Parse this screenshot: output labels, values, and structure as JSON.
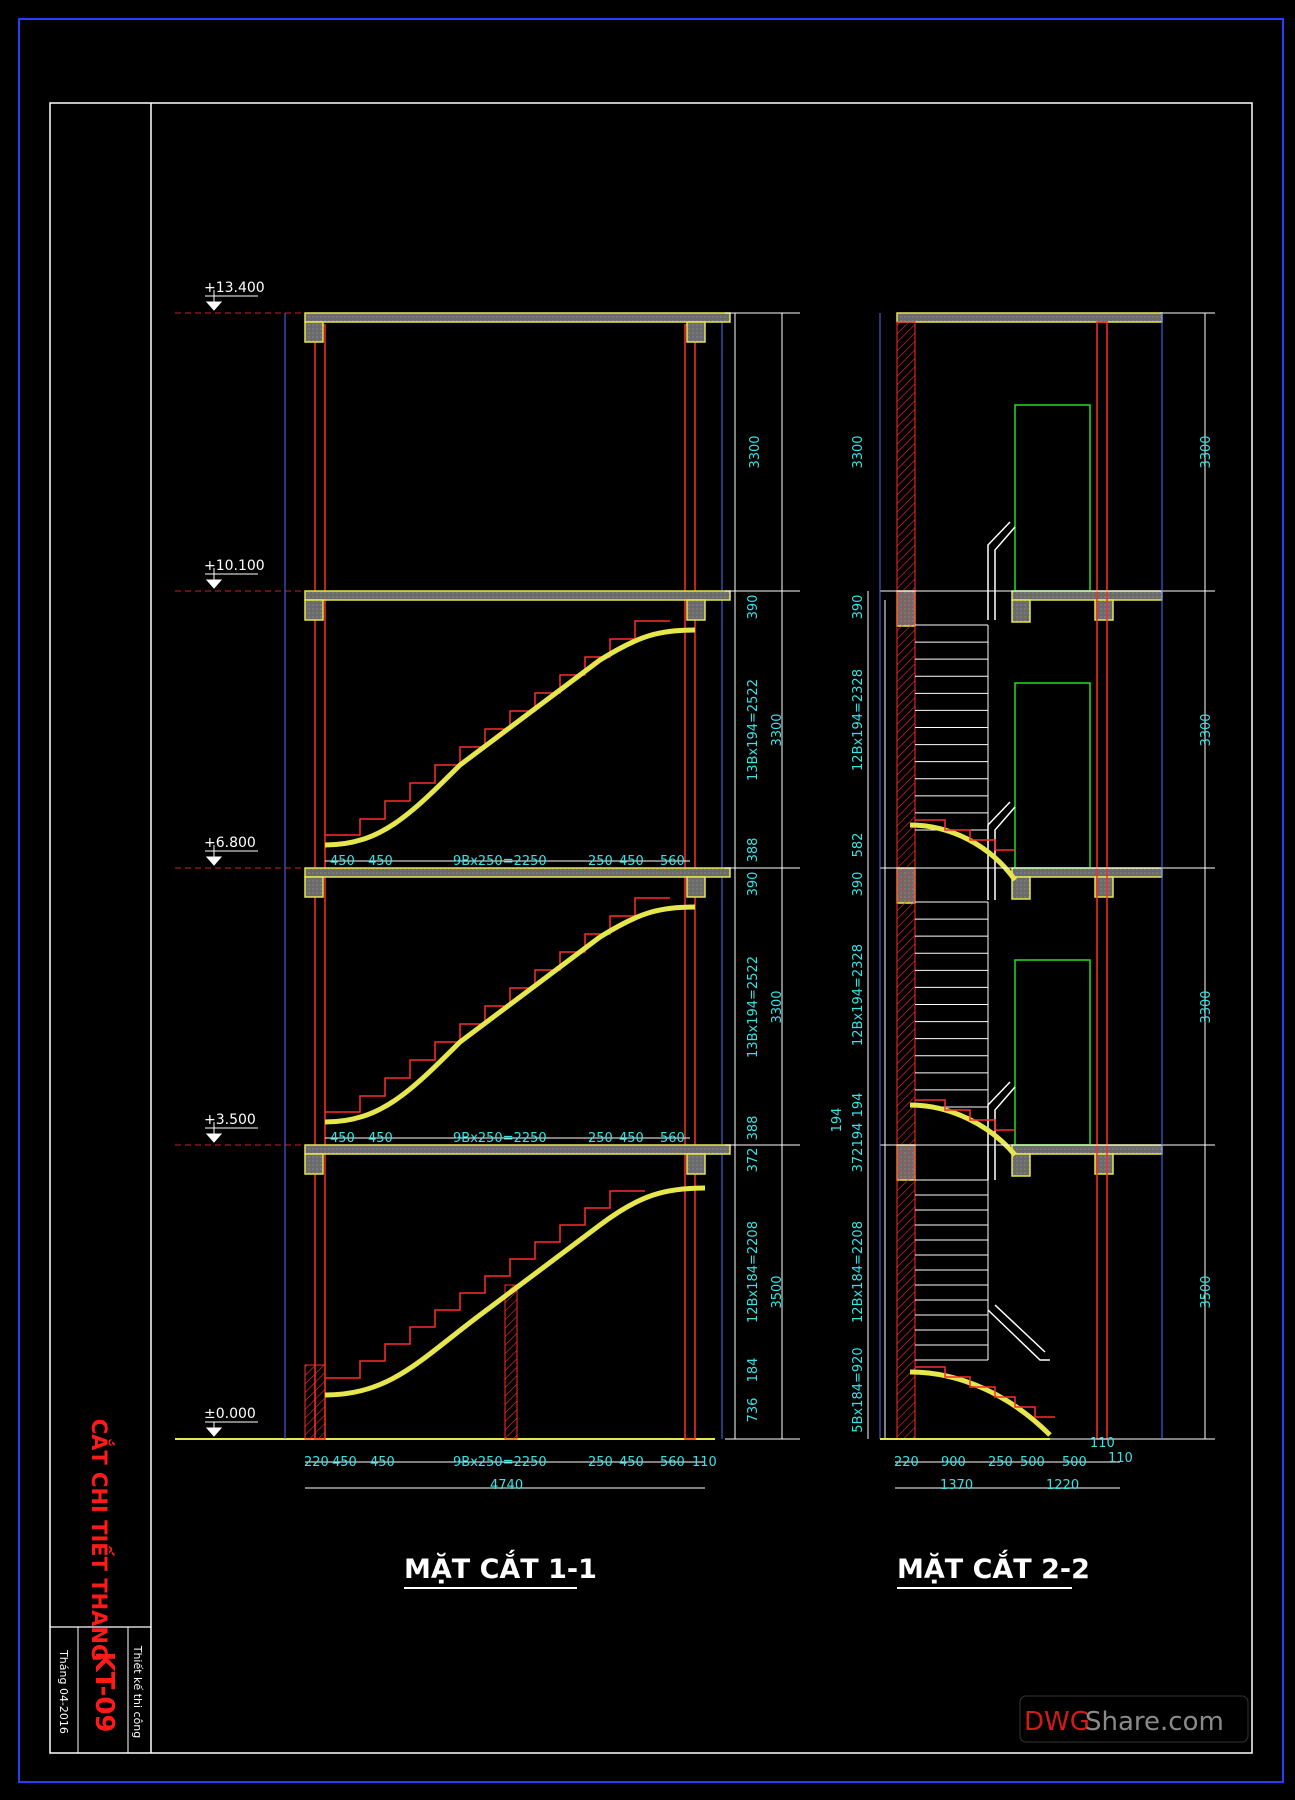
{
  "sheet": {
    "title_vertical": "CẮT CHI TIẾT THANG",
    "drawing_code": "KT-09",
    "phase": "Thiết kế thi công",
    "date": "Tháng 04-2016",
    "watermark_a": "DWG",
    "watermark_b": "Share.com"
  },
  "section_1": {
    "title": "MẶT CẮT 1-1",
    "levels": [
      "+13.400",
      "+10.100",
      "+6.800",
      "+3.500",
      "±0.000"
    ],
    "floor_dims": [
      "3300",
      "3300",
      "3300",
      "3500"
    ],
    "stair_dims_1": [
      "390",
      "13Bx194=2522",
      "388"
    ],
    "stair_dims_2": [
      "390",
      "13Bx194=2522",
      "388"
    ],
    "stair_dims_3": [
      "372",
      "12Bx184=2208",
      "184",
      "736"
    ],
    "tread_dims": [
      "450",
      "450",
      "9Bx250=2250",
      "250",
      "450",
      "560"
    ],
    "bottom_dims": [
      "220",
      "450",
      "450",
      "9Bx250=2250",
      "250",
      "450",
      "560",
      "110"
    ],
    "total": "4740"
  },
  "section_2": {
    "title": "MẶT CẮT 2-2",
    "left_dims_top": [
      "3300",
      "390",
      "12Bx194=2328",
      "582",
      "390",
      "12Bx194=2328",
      "194",
      "194",
      "372",
      "194",
      "12Bx184=2208",
      "5Bx184=920"
    ],
    "right_dims": [
      "3300",
      "3300",
      "3300",
      "3500"
    ],
    "bottom_dims": [
      "220",
      "900",
      "250",
      "500",
      "500",
      "110",
      "110"
    ],
    "bottom_totals": [
      "1370",
      "1220"
    ]
  }
}
